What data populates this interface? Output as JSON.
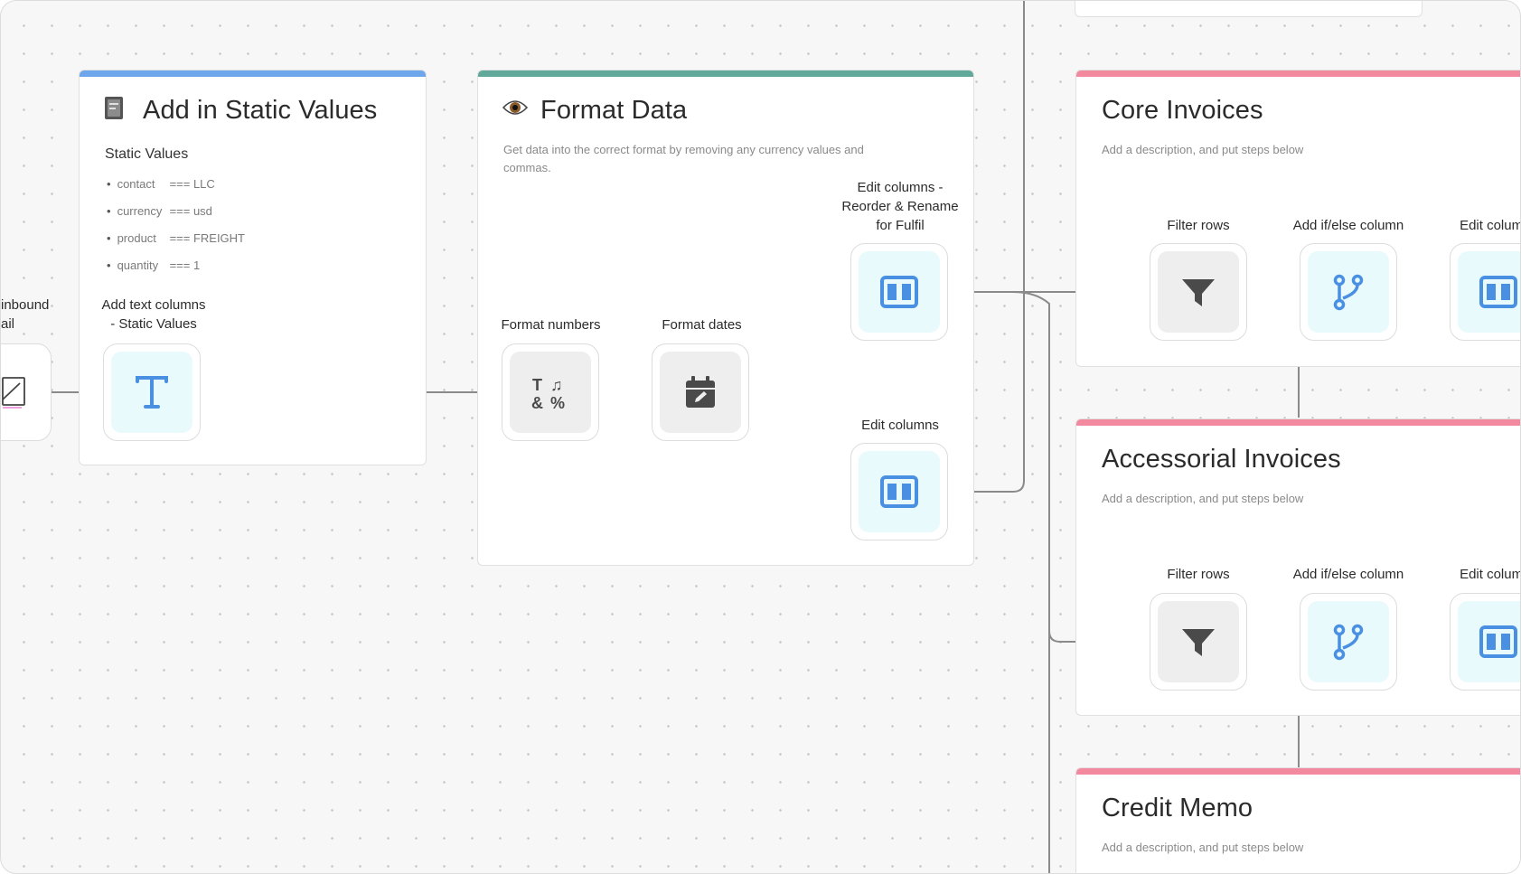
{
  "colors": {
    "blue_bar": "#6ea6ec",
    "green_bar": "#5fa89a",
    "pink_bar": "#f2899e",
    "icon_blue": "#4a90e2",
    "icon_dark": "#4a4a4a",
    "wire": "#8a8a8a"
  },
  "edge_node": {
    "label": "inbound\nail"
  },
  "static_card": {
    "icon": "ledger-icon",
    "title": "Add in Static Values",
    "heading": "Static Values",
    "items": [
      {
        "key": "contact",
        "value": "=== LLC"
      },
      {
        "key": "currency",
        "value": "=== usd"
      },
      {
        "key": "product",
        "value": "=== FREIGHT"
      },
      {
        "key": "quantity",
        "value": "=== 1"
      }
    ],
    "node_label": "Add text columns\n- Static Values",
    "node_icon": "text-T-icon"
  },
  "format_card": {
    "icon": "eye-icon",
    "title": "Format Data",
    "description": "Get data into the correct format by removing any currency values and commas.",
    "nodes": [
      {
        "label": "Format numbers",
        "icon": "format-numbers-icon"
      },
      {
        "label": "Format dates",
        "icon": "calendar-edit-icon"
      },
      {
        "label": "Edit columns -\nReorder & Rename\nfor Fulfil",
        "icon": "columns-icon"
      },
      {
        "label": "Edit columns",
        "icon": "columns-icon"
      }
    ]
  },
  "core_card": {
    "title": "Core Invoices",
    "description": "Add a description, and put steps below",
    "nodes": [
      {
        "label": "Filter rows",
        "icon": "filter-icon"
      },
      {
        "label": "Add if/else column",
        "icon": "branch-icon"
      },
      {
        "label": "Edit columns",
        "icon": "columns-icon"
      }
    ]
  },
  "accessorial_card": {
    "title": "Accessorial Invoices",
    "description": "Add a description, and put steps below",
    "nodes": [
      {
        "label": "Filter rows",
        "icon": "filter-icon"
      },
      {
        "label": "Add if/else column",
        "icon": "branch-icon"
      },
      {
        "label": "Edit columns",
        "icon": "columns-icon"
      }
    ]
  },
  "credit_card": {
    "title": "Credit Memo",
    "description": "Add a description, and put steps below"
  }
}
